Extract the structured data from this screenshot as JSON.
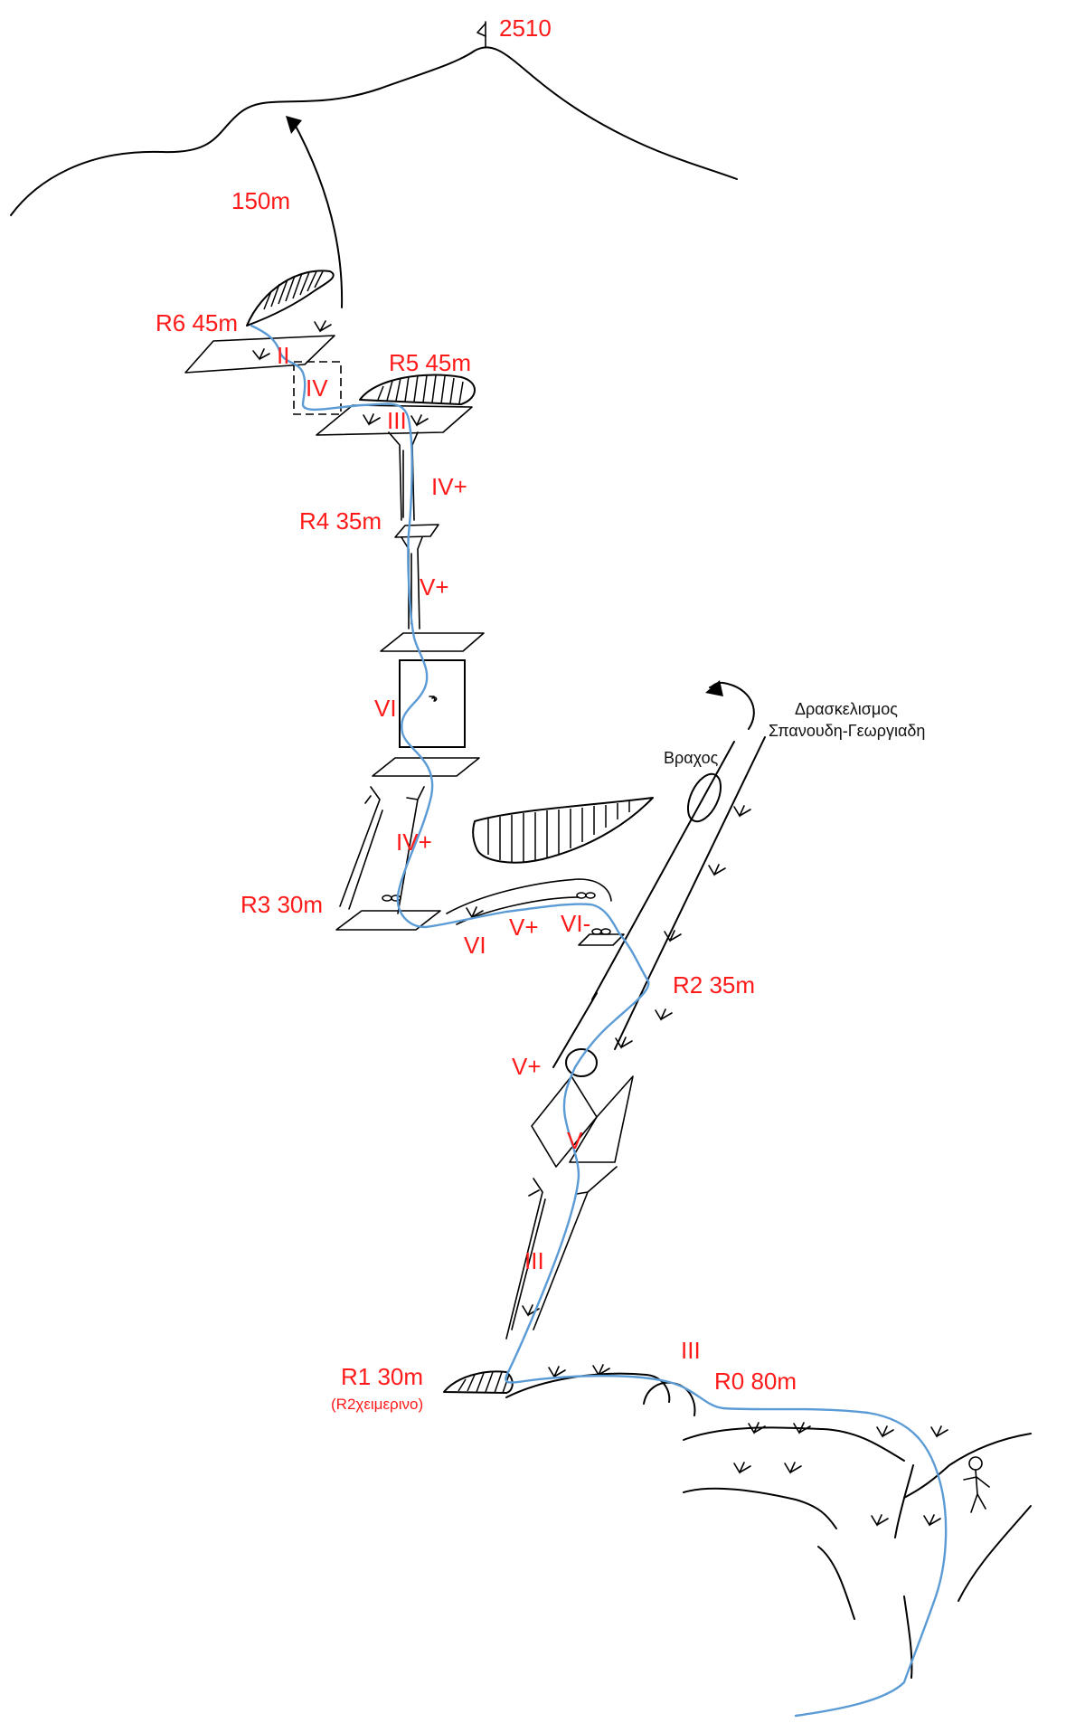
{
  "summit": {
    "altitude": "2510"
  },
  "approach": {
    "length": "150m"
  },
  "belays": [
    {
      "id": "r6",
      "label": "R6 45m"
    },
    {
      "id": "r5",
      "label": "R5 45m"
    },
    {
      "id": "r4",
      "label": "R4 35m"
    },
    {
      "id": "r3",
      "label": "R3 30m"
    },
    {
      "id": "r2",
      "label": "R2 35m"
    },
    {
      "id": "r1",
      "label": "R1 30m",
      "note": "(R2χειμερινο)"
    },
    {
      "id": "r0",
      "label": "R0 80m"
    }
  ],
  "grades": {
    "g_ii": "II",
    "g_iv": "IV",
    "g_iii_top": "III",
    "g_ivplus_top": "IV+",
    "g_vplus_top": "V+",
    "g_vi_top": "VI",
    "g_ivplus_mid": "IV+",
    "g_vi_trav": "VI",
    "g_vplus_trav": "V+",
    "g_viminus": "VI-",
    "g_vplus_low": "V+",
    "g_v": "V",
    "g_iii_low": "III",
    "g_iii_base": "III"
  },
  "features": {
    "rock": "Βραχος",
    "descent_line1": "Δρασκελισμος",
    "descent_line2": "Σπανουδη-Γεωργιαδη"
  }
}
